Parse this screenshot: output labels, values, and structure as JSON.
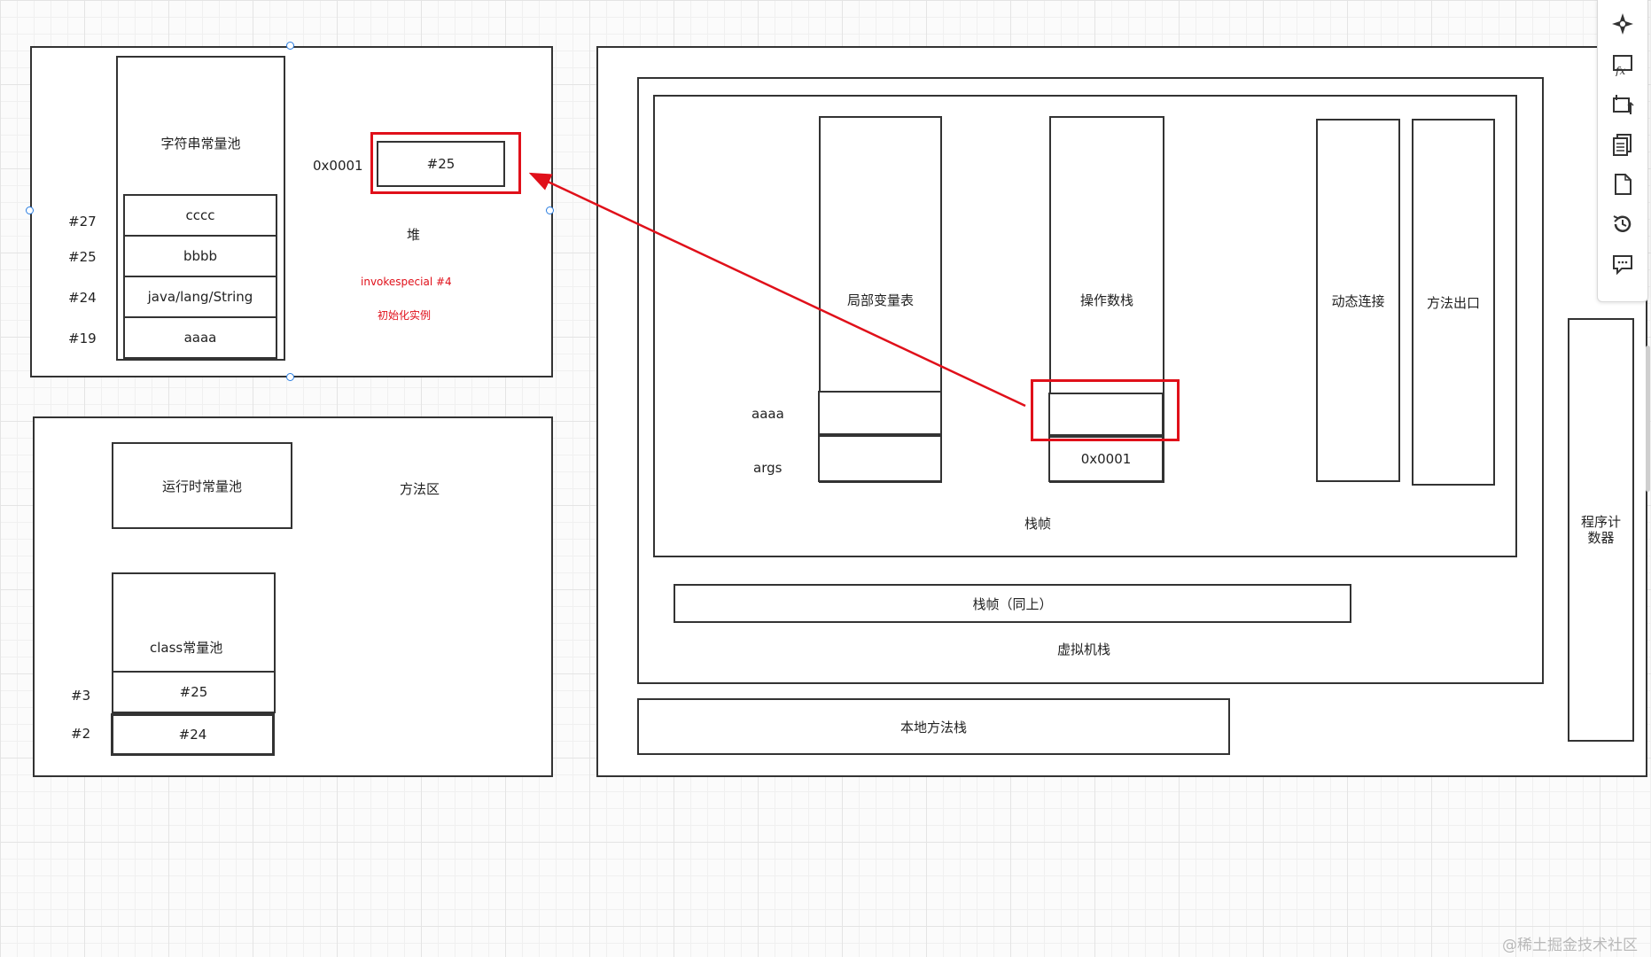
{
  "heap": {
    "string_pool_title": "字符串常量池",
    "pool_entries": [
      {
        "index": "#27",
        "value": "cccc"
      },
      {
        "index": "#25",
        "value": "bbbb"
      },
      {
        "index": "#24",
        "value": "java/lang/String"
      },
      {
        "index": "#19",
        "value": "aaaa"
      }
    ],
    "object_address": "0x0001",
    "object_ref": "#25",
    "title": "堆",
    "annotation_line1": "invokespecial #4",
    "annotation_line2": "初始化实例"
  },
  "method_area": {
    "runtime_pool": "运行时常量池",
    "title": "方法区",
    "class_pool_title": "class常量池",
    "class_pool_entries": [
      {
        "index": "#3",
        "value": "#25"
      },
      {
        "index": "#2",
        "value": "#24"
      }
    ]
  },
  "vm_stack": {
    "local_vars_title": "局部变量表",
    "local_vars": [
      "aaaa",
      "args"
    ],
    "operand_stack_title": "操作数栈",
    "operand_value": "0x0001",
    "dynamic_link": "动态连接",
    "method_exit": "方法出口",
    "frame_title": "栈帧",
    "frame_same": "栈帧（同上）",
    "title": "虚拟机栈"
  },
  "native_stack": "本地方法栈",
  "pc_register": "程序计数器",
  "toolbar": {
    "items": [
      "navigate-icon",
      "formula-icon",
      "resize-canvas-icon",
      "pages-icon",
      "document-icon",
      "history-icon",
      "comment-icon"
    ]
  },
  "watermark": "@稀土掘金技术社区",
  "colors": {
    "highlight": "#e0101a",
    "selection": "#2a7de1"
  }
}
